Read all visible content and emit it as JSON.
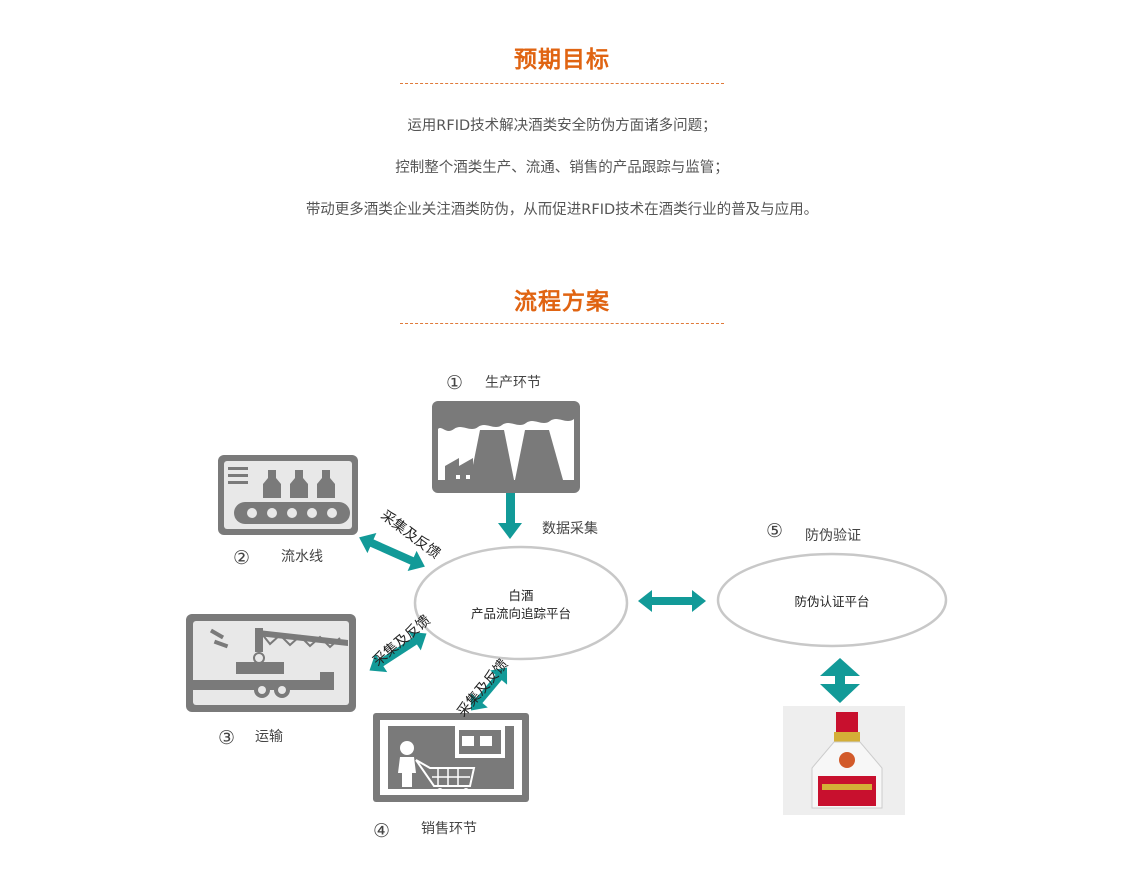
{
  "sections": {
    "goals_title": "预期目标",
    "process_title": "流程方案"
  },
  "goals": [
    "运用RFID技术解决酒类安全防伪方面诸多问题；",
    "控制整个酒类生产、流通、销售的产品跟踪与监管；",
    "带动更多酒类企业关注酒类防伪，从而促进RFID技术在酒类行业的普及与应用。"
  ],
  "diagram": {
    "steps": [
      {
        "num": "①",
        "label": "生产环节",
        "icon": "factory-icon"
      },
      {
        "num": "②",
        "label": "流水线",
        "icon": "conveyor-bottles-icon"
      },
      {
        "num": "③",
        "label": "运输",
        "icon": "crane-transport-icon"
      },
      {
        "num": "④",
        "label": "销售环节",
        "icon": "shopping-cart-icon"
      },
      {
        "num": "⑤",
        "label": "防伪验证",
        "icon": "liquor-bottle-image"
      }
    ],
    "data_collect": "数据采集",
    "feedback_label": "采集及反馈",
    "center_platform_line1": "白酒",
    "center_platform_line2": "产品流向追踪平台",
    "verify_platform": "防伪认证平台",
    "colors": {
      "arrow": "#129a98",
      "icon_gray": "#7a7a7a",
      "ellipse": "#c8c8c8",
      "title": "#e06412"
    }
  }
}
